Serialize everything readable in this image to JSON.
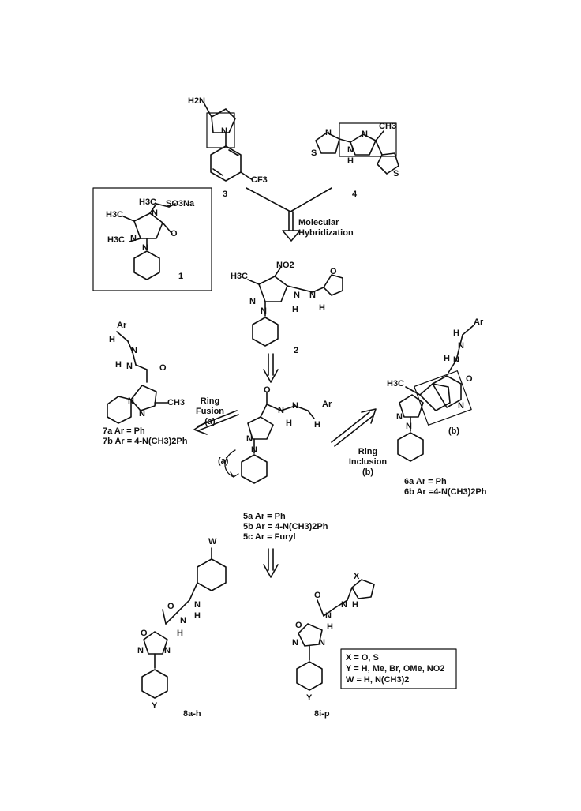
{
  "compounds": {
    "c1": {
      "number": "1",
      "groups": {
        "h3c_n": "H3C",
        "so3na": "SO3Na",
        "h3c_ring": "H3C",
        "h3c_n1": "H3C",
        "n1": "N",
        "n2": "N",
        "n_amine": "N",
        "o": "O"
      }
    },
    "c2": {
      "number": "2",
      "groups": {
        "h3c": "H3C",
        "no2": "NO2",
        "o_furan": "O",
        "n": "N",
        "n_hyd1": "N",
        "n_hyd2": "N",
        "h_nh": "H",
        "h_ch": "H",
        "n_ring": "N"
      }
    },
    "c3": {
      "number": "3",
      "groups": {
        "h2n": "H2N",
        "n": "N",
        "cf3": "CF3"
      }
    },
    "c4": {
      "number": "4",
      "groups": {
        "ch3": "CH3",
        "n_thz": "N",
        "s_thz": "S",
        "n_pz": "N",
        "h": "H",
        "s_thio": "S",
        "n2": "N"
      }
    },
    "c5": {
      "label_a": "5a  Ar = Ph",
      "label_b": "5b  Ar = 4-N(CH3)2Ph",
      "label_c": "5c  Ar = Furyl",
      "groups": {
        "o": "O",
        "n1": "N",
        "n2": "N",
        "h": "H",
        "ar": "Ar",
        "h_ch": "H",
        "n_pz1": "N",
        "n_pz2": "N",
        "arrow_a": "(a)"
      }
    },
    "c6": {
      "label_a": "6a  Ar = Ph",
      "label_b": "6b  Ar =4-N(CH3)2Ph",
      "groups": {
        "ar": "Ar",
        "h": "H",
        "h_n": "H",
        "n1": "N",
        "n2": "N",
        "h3c": "H3C",
        "o": "O",
        "n_py": "N",
        "n_pz1": "N",
        "n_pz2": "N",
        "b": "(b)"
      }
    },
    "c7": {
      "label_a": "7a  Ar = Ph",
      "label_b": "7b  Ar = 4-N(CH3)2Ph",
      "groups": {
        "ar": "Ar",
        "h": "H",
        "n1": "N",
        "h_n": "H",
        "n2": "N",
        "o": "O",
        "ch3": "CH3",
        "n_br": "N",
        "n_im": "N"
      }
    },
    "c8ah": {
      "number": "8a-h",
      "groups": {
        "w": "W",
        "o": "O",
        "o_ring": "O",
        "n1": "N",
        "n2": "N",
        "n3": "N",
        "n4": "N",
        "h1": "H",
        "h2": "H",
        "y": "Y"
      }
    },
    "c8ip": {
      "number": "8i-p",
      "groups": {
        "x": "X",
        "o": "O",
        "o_ring": "O",
        "n1": "N",
        "n2": "N",
        "n3": "N",
        "n4": "N",
        "h1": "H",
        "h2": "H",
        "y": "Y"
      }
    }
  },
  "arrows": {
    "hybridization_line1": "Molecular",
    "hybridization_line2": "Hybridization",
    "fusion_line1": "Ring",
    "fusion_line2": "Fusion",
    "fusion_line3": "(a)",
    "inclusion_line1": "Ring",
    "inclusion_line2": "Inclusion",
    "inclusion_line3": "(b)"
  },
  "legend": {
    "line1": "X = O, S",
    "line2": "Y = H, Me, Br, OMe, NO2",
    "line3": "W = H, N(CH3)2"
  }
}
